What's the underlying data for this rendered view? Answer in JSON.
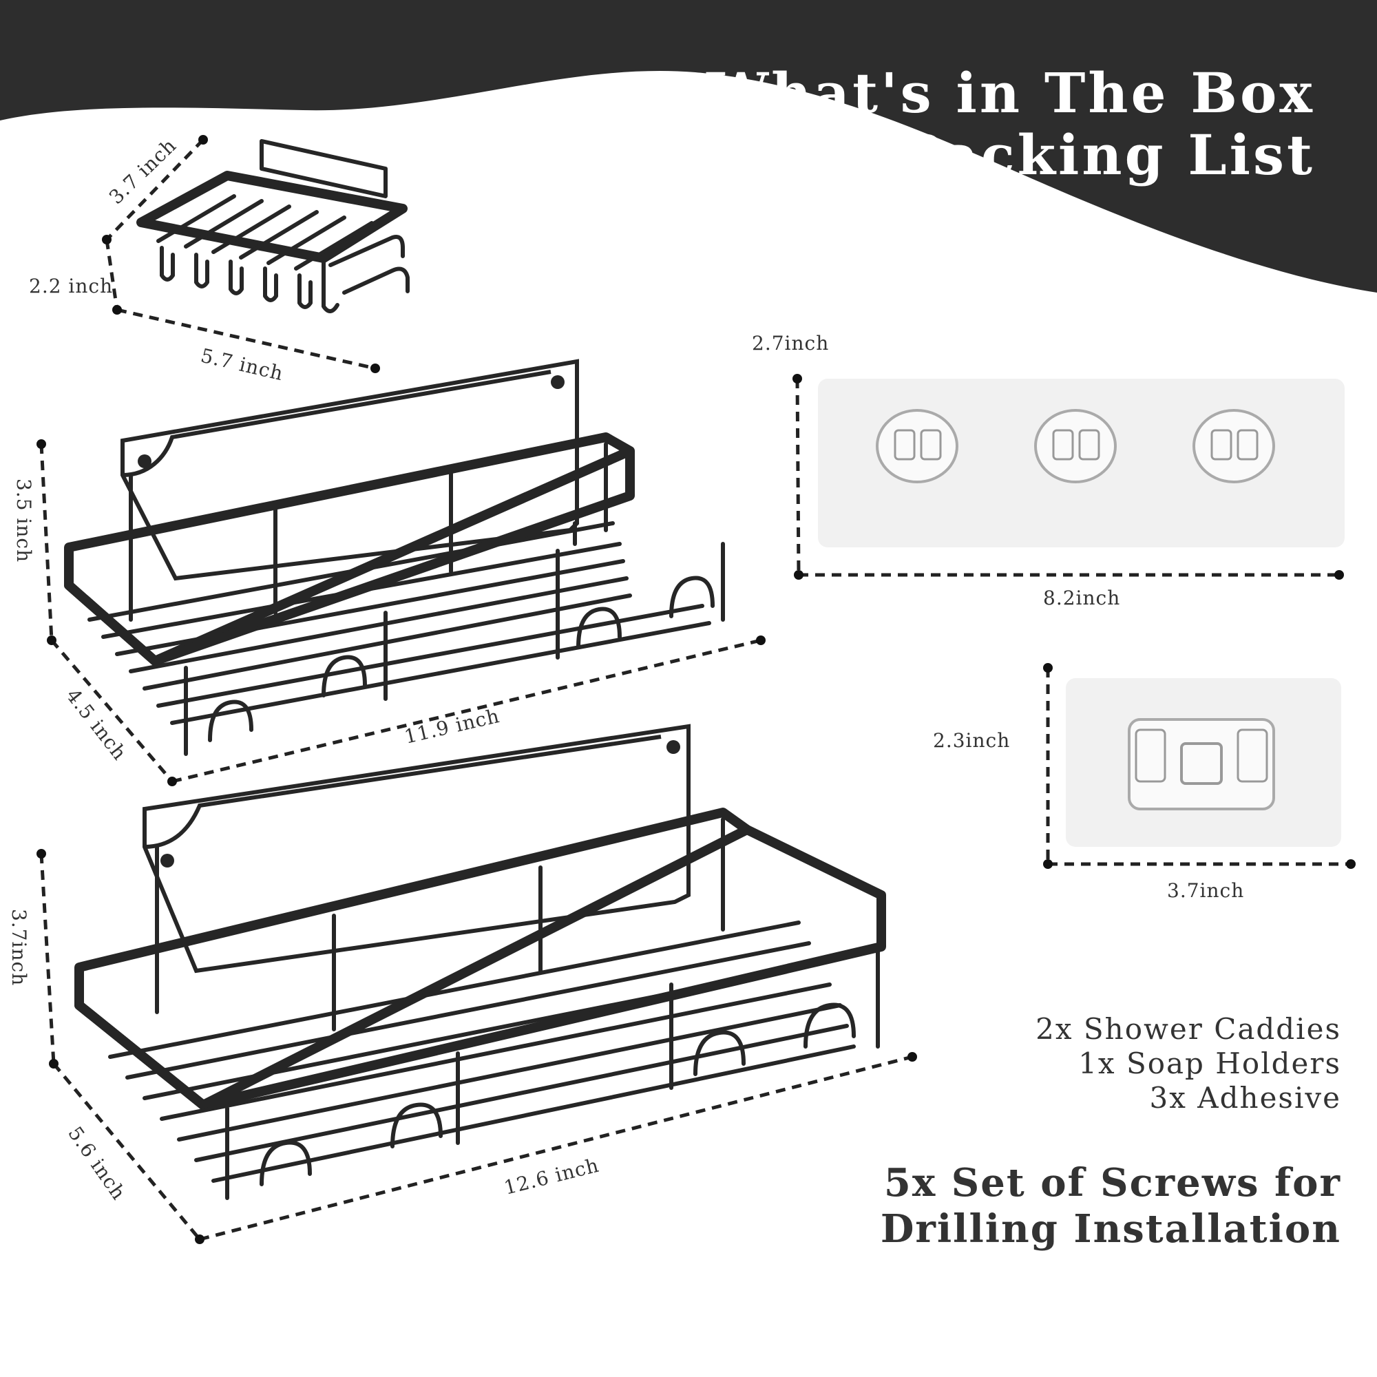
{
  "header": {
    "title_line1": "What's in The Box",
    "title_line2": "Packing List",
    "background_color": "#2d2d2d"
  },
  "products": {
    "soap_holder": {
      "width": "3.7 inch",
      "height": "2.2 inch",
      "length": "5.7 inch"
    },
    "caddy_small": {
      "height": "3.5 inch",
      "depth": "4.5 inch",
      "length": "11.9 inch"
    },
    "caddy_large": {
      "height": "3.7inch",
      "depth": "5.6  inch",
      "length": "12.6 inch"
    },
    "adhesive_large": {
      "height": "2.7inch",
      "width": "8.2inch"
    },
    "adhesive_small": {
      "height": "2.3inch",
      "width": "3.7inch"
    }
  },
  "packing_list": {
    "line1": "2x Shower Caddies",
    "line2": "1x Soap Holders",
    "line3": "3x Adhesive",
    "line4": "5x Set of Screws for",
    "line5": "Drilling Installation"
  },
  "colors": {
    "ink": "#262626",
    "text": "#333333",
    "panel": "#f1f1f1"
  },
  "icons": [
    "soap-holder-icon",
    "shower-caddy-icon",
    "adhesive-hook-icon"
  ]
}
